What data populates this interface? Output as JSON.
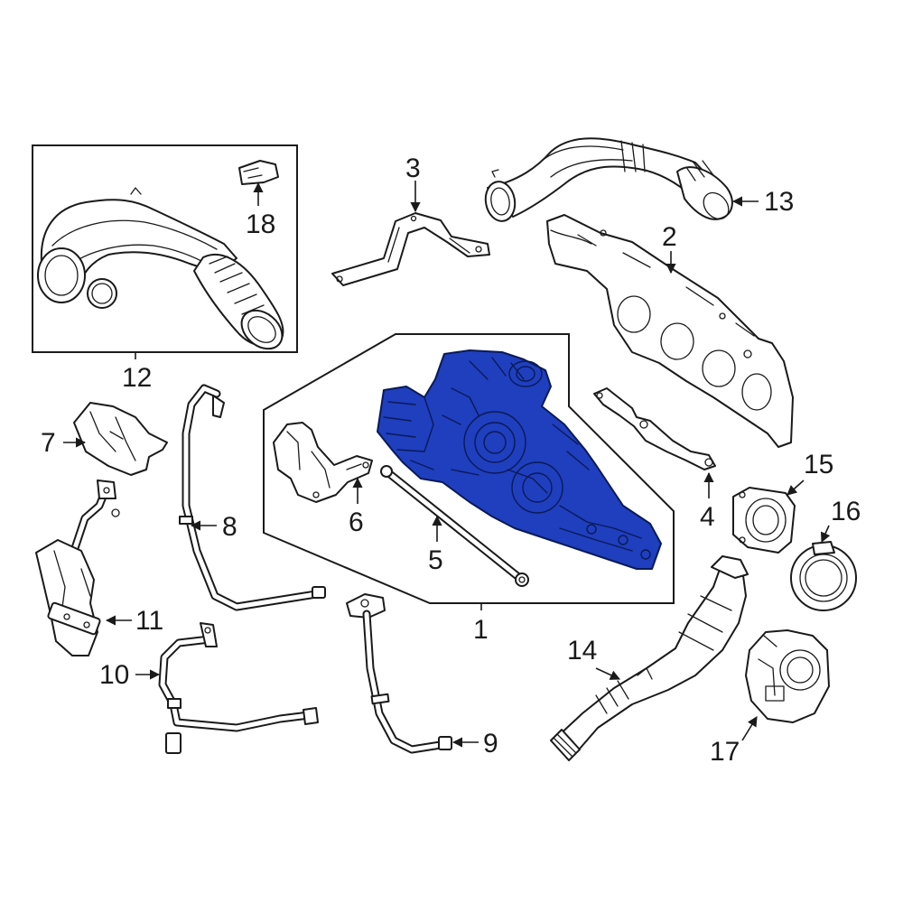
{
  "colors": {
    "background": "#ffffff",
    "line": "#1a1a1a",
    "highlight_fill": "#1f3fbf",
    "highlight_stroke": "#0a1a55"
  },
  "highlighted_part": "1",
  "callouts": {
    "c1": "1",
    "c2": "2",
    "c3": "3",
    "c4": "4",
    "c5": "5",
    "c6": "6",
    "c7": "7",
    "c8": "8",
    "c9": "9",
    "c10": "10",
    "c11": "11",
    "c12": "12",
    "c13": "13",
    "c14": "14",
    "c15": "15",
    "c16": "16",
    "c17": "17",
    "c18": "18"
  }
}
